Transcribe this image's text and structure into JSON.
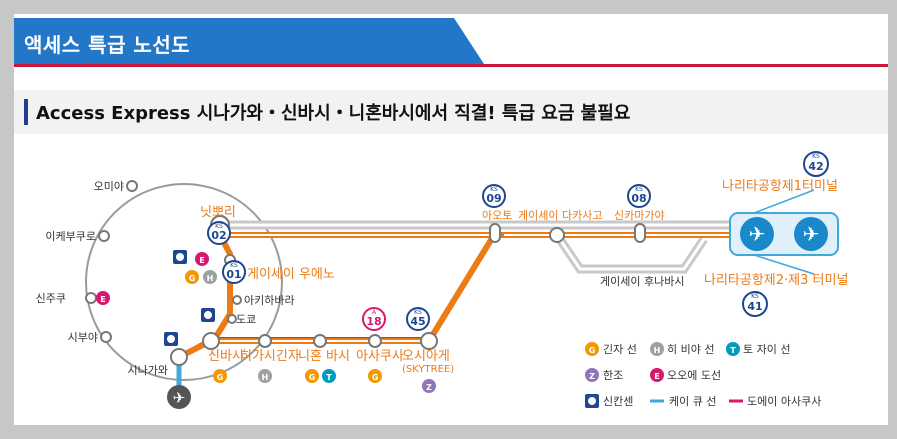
{
  "header": {
    "title": "액세스 특급 노선도"
  },
  "subheader": {
    "text": "Access Express 시나가와・신바시・니혼바시에서 직결! 특급 요금 불필요"
  },
  "stations": {
    "ootsuka": "오미야",
    "ikebukuro": "이케부쿠로",
    "shinjuku": "신주쿠",
    "shibuya": "시부야",
    "shinagawa": "시나가와",
    "nippori": "닛뽀리",
    "ueno": "게이세이 우에노",
    "akihabara": "아키하바라",
    "tokyo": "도쿄",
    "shinbashi": "신바시",
    "higashiginza": "히가시긴자",
    "nihonbashi": "니혼 바시",
    "asakusa": "아사쿠사",
    "oshiage": "오시아게",
    "skytree": "(SKYTREE)",
    "aoto": "아오토",
    "takasago": "게이세이 다카사고",
    "shinkamagaya": "신카마가야",
    "funabashi": "게이세이 후나바시",
    "terminal1": "나리타공항제1터미널",
    "terminal23": "나리타공항제2·제3 터미널"
  },
  "codes": {
    "nippori_line": "KS",
    "nippori_num": "02",
    "ueno_line": "KS",
    "ueno_num": "01",
    "aoto_line": "KS",
    "aoto_num": "09",
    "shinkamagaya_line": "KS",
    "shinkamagaya_num": "08",
    "oshiage_line": "KS",
    "oshiage_num": "45",
    "asakusa_line": "A",
    "asakusa_num": "18",
    "t1_line": "KS",
    "t1_num": "42",
    "t23_line": "KS",
    "t23_num": "41"
  },
  "badges": {
    "G": "G",
    "H": "H",
    "T": "T",
    "Z": "Z",
    "E": "E"
  },
  "legend": {
    "ginza": "긴자 선",
    "hibiya": "히 비야 선",
    "tozai": "토 자이 선",
    "hanzomon": "한조",
    "oedo": "오오에 도선",
    "shinkansen": "신칸센",
    "keikyu": "케이 큐 선",
    "asakusa_line": "도에이 아사쿠사"
  },
  "colors": {
    "access_express": "#ee7a13",
    "keisei": "#c9c9c9",
    "jr_yamanote": "#9a9a9a",
    "asakusa": "#d6186f",
    "keikyu": "#3fa9dc",
    "ginza": "#f39800",
    "hibiya": "#9fa0a0",
    "tozai": "#009bbf",
    "hanzomon": "#8f76b6",
    "oedo": "#d6186f",
    "shinkansen": "#1d4791",
    "ks_badge": "#1d4791",
    "header_blue": "#2277c8",
    "header_red": "#c8163a"
  }
}
